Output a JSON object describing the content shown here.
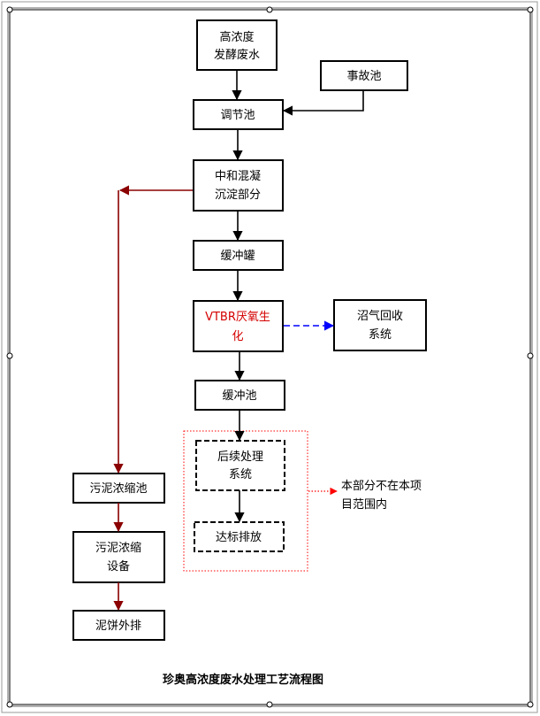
{
  "title": "珍奥高浓度废水处理工艺流程图",
  "nodes": {
    "source": [
      "高浓度",
      "发酵废水"
    ],
    "accident": [
      "事故池"
    ],
    "regulating": [
      "调节池"
    ],
    "neutralization": [
      "中和混凝",
      "沉淀部分"
    ],
    "buffer_tank": [
      "缓冲罐"
    ],
    "vtbr": [
      "VTBR厌氧生",
      "化"
    ],
    "biogas": [
      "沼气回收",
      "系统"
    ],
    "buffer_pool": [
      "缓冲池"
    ],
    "followup": [
      "后续处理",
      "系统"
    ],
    "discharge": [
      "达标排放"
    ],
    "sludge_thickener": [
      "污泥浓缩池"
    ],
    "sludge_equipment": [
      "污泥浓缩",
      "设备"
    ],
    "sludge_cake": [
      "泥饼外排"
    ]
  },
  "note": [
    "本部分不在本项",
    "目范围内"
  ],
  "colors": {
    "main_flow": "#000000",
    "sludge_flow": "#8b0000",
    "biogas_flow": "#0000ff",
    "note_flow": "#ff0000",
    "vtbr_text": "#d40000"
  }
}
